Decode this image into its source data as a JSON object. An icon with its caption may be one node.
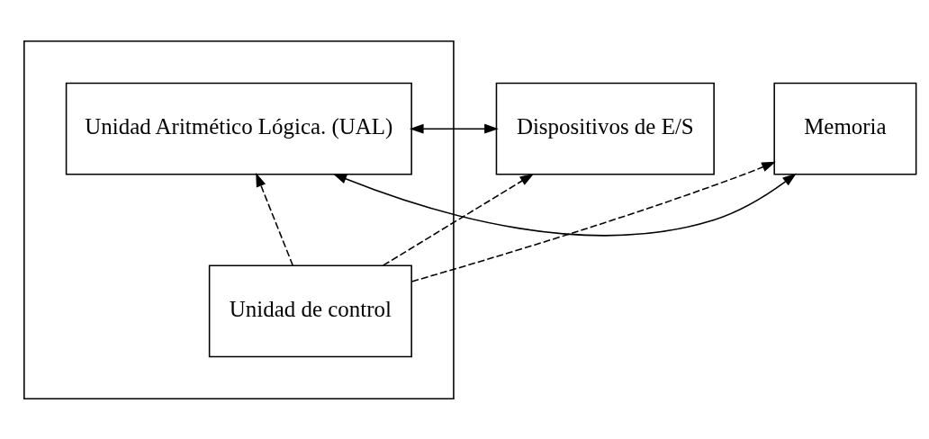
{
  "diagram": {
    "nodes": [
      {
        "text": [
          "Dispositivos de E/S"
        ]
      },
      {
        "text": [],
        "shape": "box"
      },
      {
        "text": [
          "Unidad Aritmético Lógica. (UAL)"
        ],
        "in": 1
      },
      {
        "text": [
          "Memoria"
        ]
      },
      {
        "text": [
          "Unidad de control"
        ],
        "in": 1
      }
    ],
    "edges": [
      {
        "from": 0,
        "to": 2,
        "arrow": "both"
      },
      {
        "from": 2,
        "to": 3,
        "arrow": "both"
      },
      {
        "from": 4,
        "to": 0,
        "arrow": "to",
        "style": "dashed"
      },
      {
        "from": 4,
        "to": 2,
        "arrow": "to",
        "style": "dashed"
      },
      {
        "from": 4,
        "to": 3,
        "arrow": "to",
        "style": "dashed"
      }
    ]
  }
}
